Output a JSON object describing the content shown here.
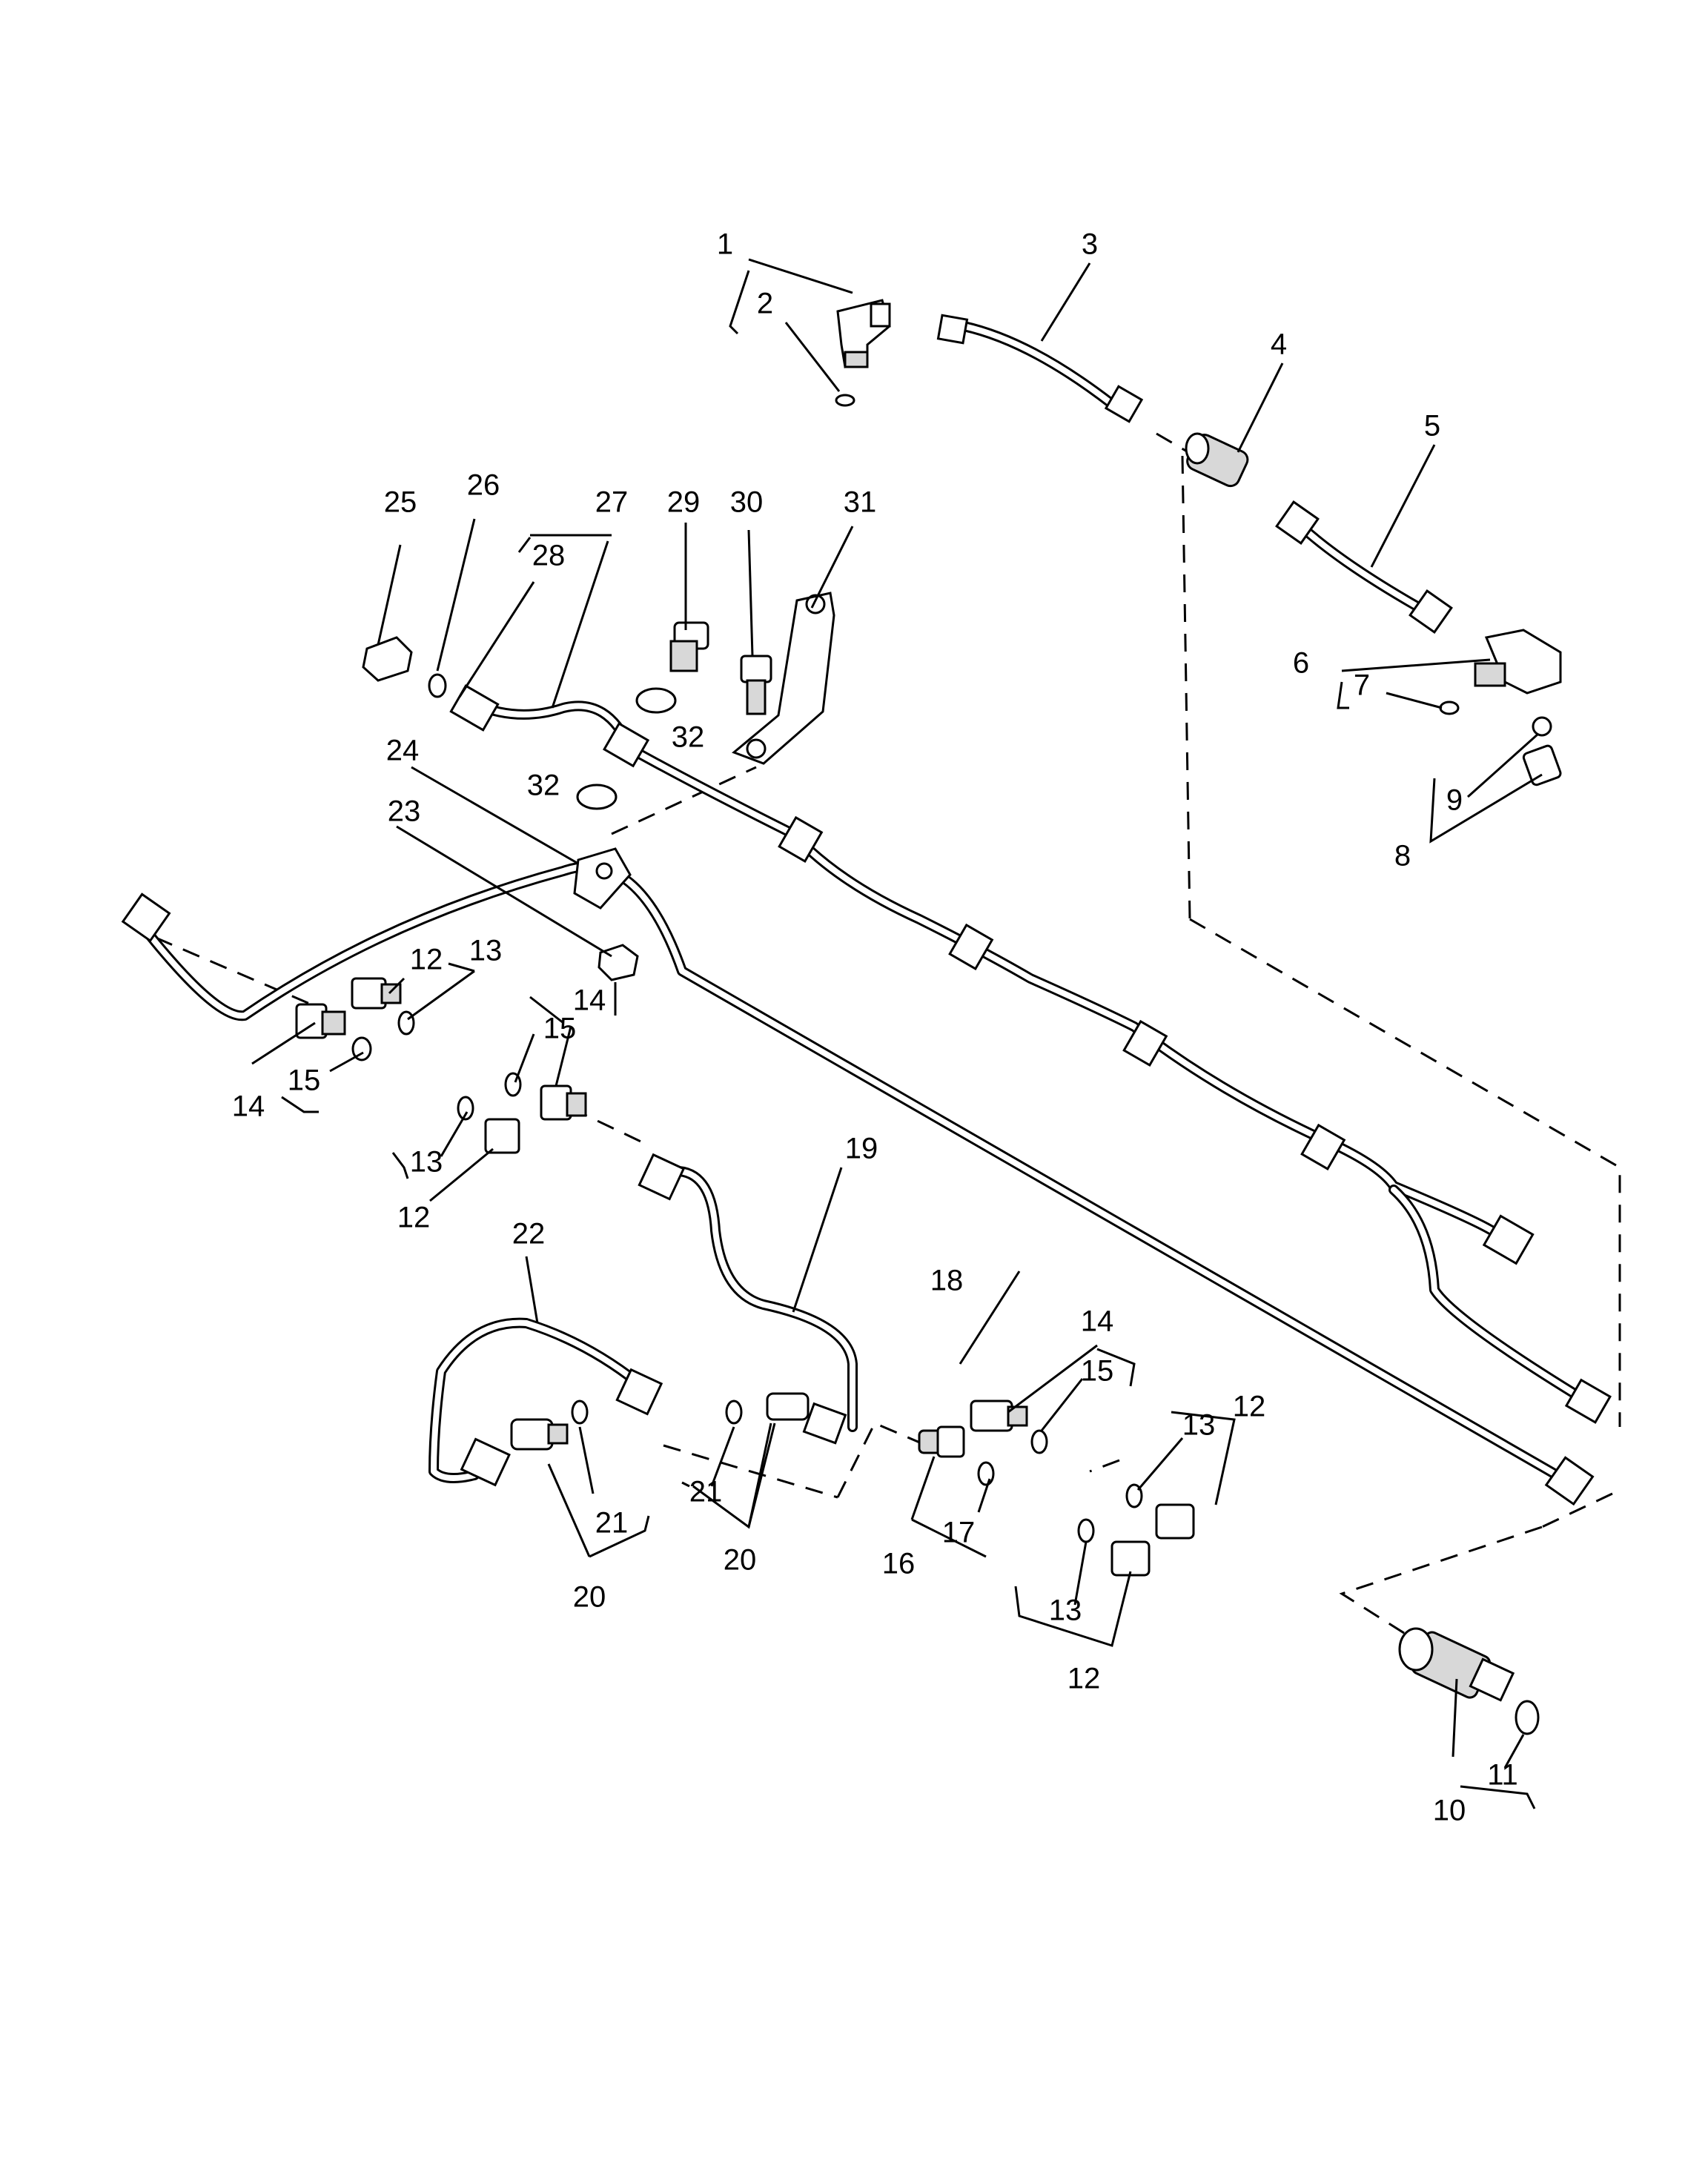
{
  "callouts": [
    {
      "text": "1"
    },
    {
      "text": "2"
    },
    {
      "text": "3"
    },
    {
      "text": "4"
    },
    {
      "text": "5"
    },
    {
      "text": "6"
    },
    {
      "text": "7"
    },
    {
      "text": "8"
    },
    {
      "text": "9"
    },
    {
      "text": "10"
    },
    {
      "text": "11"
    },
    {
      "text": "12"
    },
    {
      "text": "12"
    },
    {
      "text": "12"
    },
    {
      "text": "12"
    },
    {
      "text": "12"
    },
    {
      "text": "13"
    },
    {
      "text": "13"
    },
    {
      "text": "13"
    },
    {
      "text": "13"
    },
    {
      "text": "14"
    },
    {
      "text": "14"
    },
    {
      "text": "14"
    },
    {
      "text": "15"
    },
    {
      "text": "15"
    },
    {
      "text": "15"
    },
    {
      "text": "16"
    },
    {
      "text": "17"
    },
    {
      "text": "18"
    },
    {
      "text": "19"
    },
    {
      "text": "20"
    },
    {
      "text": "20"
    },
    {
      "text": "21"
    },
    {
      "text": "21"
    },
    {
      "text": "22"
    },
    {
      "text": "23"
    },
    {
      "text": "24"
    },
    {
      "text": "25"
    },
    {
      "text": "26"
    },
    {
      "text": "27"
    },
    {
      "text": "28"
    },
    {
      "text": "29"
    },
    {
      "text": "30"
    },
    {
      "text": "31"
    },
    {
      "text": "32"
    },
    {
      "text": "32"
    },
    {
      "text": "13"
    }
  ]
}
